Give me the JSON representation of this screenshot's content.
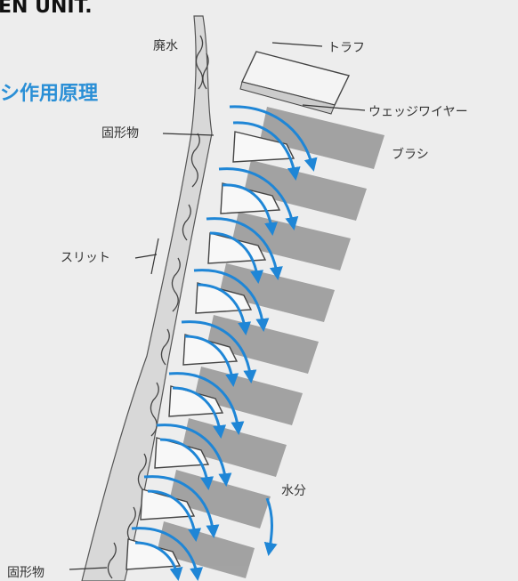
{
  "header_text": "EN UNIT.",
  "section_title": "シ作用原理",
  "labels": {
    "waste_water": "廃水",
    "trough": "トラフ",
    "wedge_wire": "ウェッジワイヤー",
    "solids_top": "固形物",
    "brush": "ブラシ",
    "slit": "スリット",
    "water": "水分",
    "solids_bottom": "固形物"
  },
  "colors": {
    "background": "#ededed",
    "arrow_blue": "#1f86d6",
    "brush_gray": "#9a9a9a",
    "title_blue": "#2a8fd6"
  }
}
